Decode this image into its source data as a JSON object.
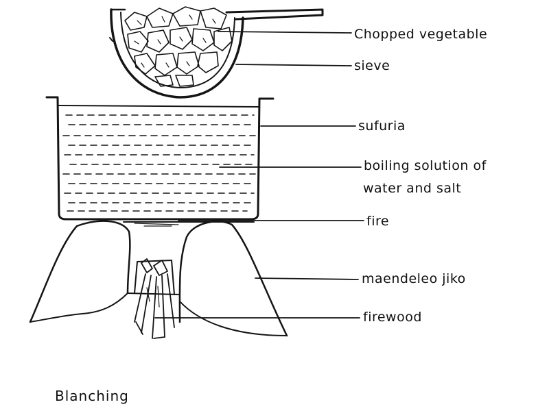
{
  "diagram": {
    "labels": {
      "chopped_vegetable": "Chopped vegetable",
      "sieve": "sieve",
      "sufuria": "sufuria",
      "boiling_solution_line1": "boiling solution of",
      "boiling_solution_line2": "water and salt",
      "fire": "fire",
      "maendeleo_jiko": "maendeleo jiko",
      "firewood": "firewood"
    },
    "caption": "Blanching"
  },
  "colors": {
    "ink": "#151515",
    "background": "#ffffff"
  }
}
